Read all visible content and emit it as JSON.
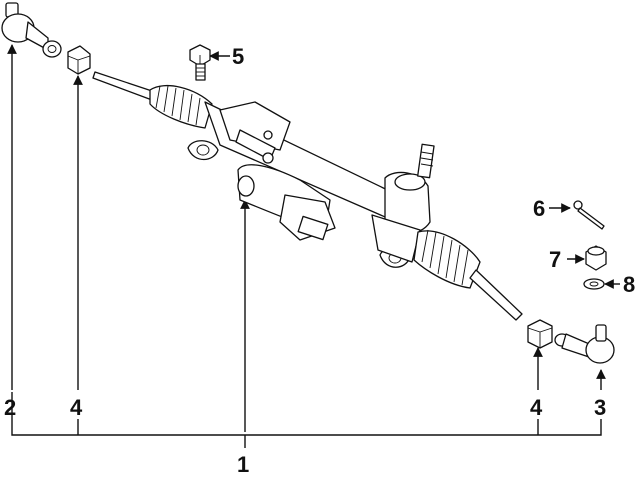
{
  "diagram": {
    "callouts": {
      "c1": "1",
      "c2": "2",
      "c3": "3",
      "c4_left": "4",
      "c4_right": "4",
      "c5": "5",
      "c6": "6",
      "c7": "7",
      "c8": "8"
    },
    "colors": {
      "ink": "#111111",
      "background": "#ffffff"
    },
    "icons": {
      "arrow": "arrow-head-icon"
    }
  }
}
